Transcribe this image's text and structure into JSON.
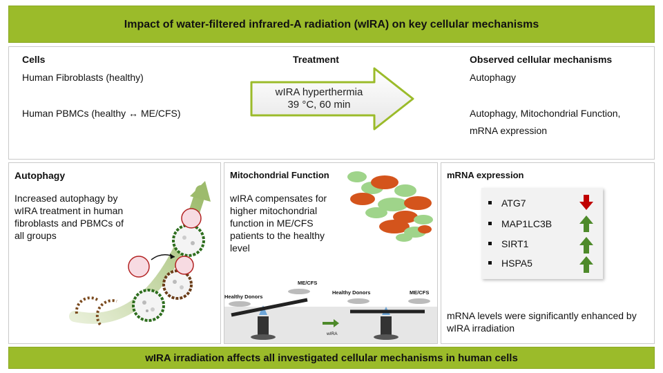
{
  "title": "Impact of water-filtered infrared-A radiation (wIRA) on key cellular mechanisms",
  "columns": {
    "cells_heading": "Cells",
    "treatment_heading": "Treatment",
    "observed_heading": "Observed cellular mechanisms"
  },
  "cells": [
    "Human Fibroblasts (healthy)",
    "Human PBMCs (healthy ↔ ME/CFS)"
  ],
  "treatment": {
    "line1": "wIRA hyperthermia",
    "line2": "39 °C, 60 min"
  },
  "observed": [
    "Autophagy",
    "Autophagy, Mitochondrial Function,",
    "mRNA expression"
  ],
  "autophagy_panel": {
    "title": "Autophagy",
    "text": "Increased autophagy by wIRA treatment in human fibroblasts and PBMCs of all groups"
  },
  "mito_panel": {
    "title": "Mitochondrial Function",
    "text": "wIRA compensates for higher mitochondrial function in ME/CFS patients to the healthy level",
    "scale_labels": {
      "left_healthy": "Healthy Donors",
      "left_mecfs": "ME/CFS",
      "right_healthy": "Healthy Donors",
      "right_mecfs": "ME/CFS",
      "arrow_label": "wIRA"
    }
  },
  "mrna_panel": {
    "title": "mRNA expression",
    "genes": [
      {
        "name": "ATG7",
        "direction": "down",
        "color": "#c00000"
      },
      {
        "name": "MAP1LC3B",
        "direction": "up",
        "color": "#4e8a2a"
      },
      {
        "name": "SIRT1",
        "direction": "up",
        "color": "#4e8a2a"
      },
      {
        "name": "HSPA5",
        "direction": "up",
        "color": "#4e8a2a"
      }
    ],
    "text": "mRNA levels were significantly enhanced by wIRA irradiation"
  },
  "footer": "wIRA irradiation affects all investigated cellular mechanisms in human cells",
  "colors": {
    "banner": "#9bbb2a",
    "up_arrow": "#4e8a2a",
    "down_arrow": "#c00000",
    "mito_green": "#9fd48a",
    "mito_orange": "#d4541c"
  }
}
